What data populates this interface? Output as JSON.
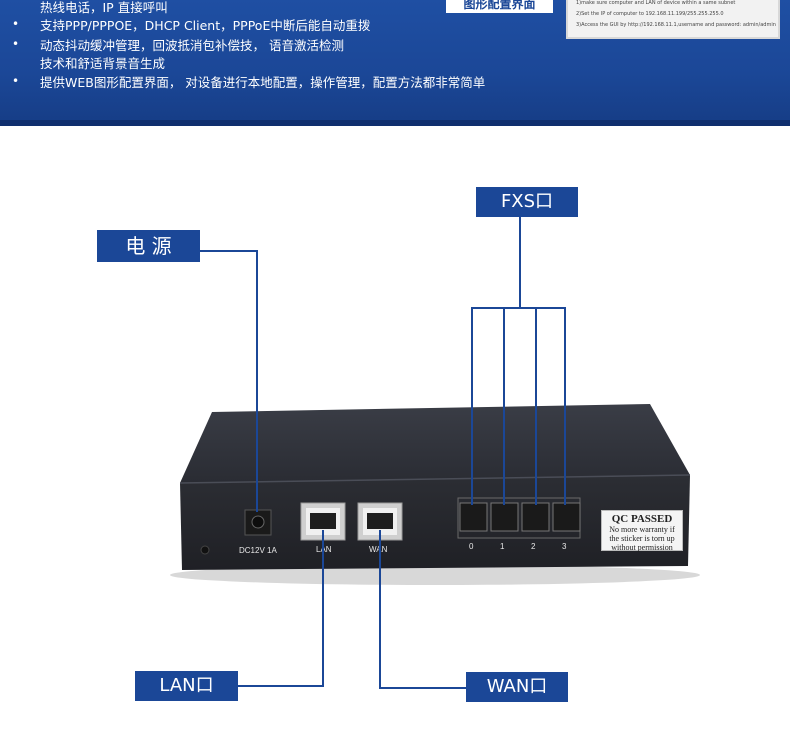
{
  "features": [
    "热线电话，IP 直接呼叫",
    "支持PPP/PPPOE，DHCP Client，PPPoE中断后能自动重拨",
    "动态抖动缓冲管理，回波抵消包补偿技， 语音激活检测",
    "技术和舒适背景音生成",
    "提供WEB图形配置界面， 对设备进行本地配置，操作管理，配置方法都非常简单"
  ],
  "config_button": "图形配置界面",
  "config_thumb_lines": [
    "1)make sure computer and LAN of device within a same subnet",
    "2)Set the IP of computer to 192.168.11.199/255.255.255.0",
    "3)Access the GUI by http://192.168.11.1,username and password: admin/admin"
  ],
  "callouts": {
    "power": "电 源",
    "fxs": "FXS口",
    "lan": "LAN口",
    "wan": "WAN口"
  },
  "device_labels": {
    "power": "DC12V 1A",
    "lan": "LAN",
    "wan": "WAN",
    "fxs": [
      "0",
      "1",
      "2",
      "3"
    ]
  },
  "sticker": {
    "title": "QC PASSED",
    "line1": "No more warranty if",
    "line2": "the sticker is torn up",
    "line3": "without permission"
  },
  "colors": {
    "banner": "#1b4797",
    "accent": "#1b4797",
    "device": "#2d2f36"
  }
}
